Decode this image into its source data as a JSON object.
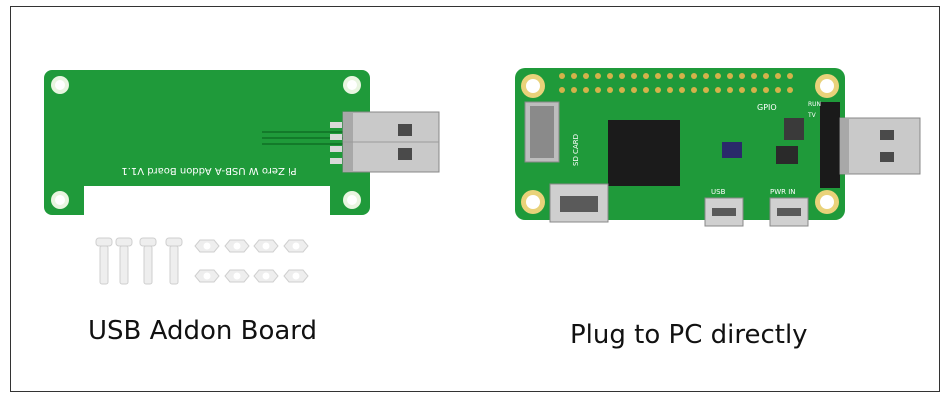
{
  "left": {
    "caption": "USB Addon Board",
    "pcb_silkscreen": "Pi Zero W USB-A Addon Board V1.1"
  },
  "right": {
    "caption": "Plug to PC directly",
    "labels": {
      "gpio": "GPIO",
      "usb": "USB",
      "pwr_in": "PWR IN",
      "sd": "SD CARD",
      "run": "RUN",
      "tv": "TV"
    }
  },
  "colors": {
    "pcb_green": "#1f9a3a",
    "pcb_dark": "#137a2a",
    "metal": "#c9c9c9",
    "nylon": "#eeeeee"
  }
}
